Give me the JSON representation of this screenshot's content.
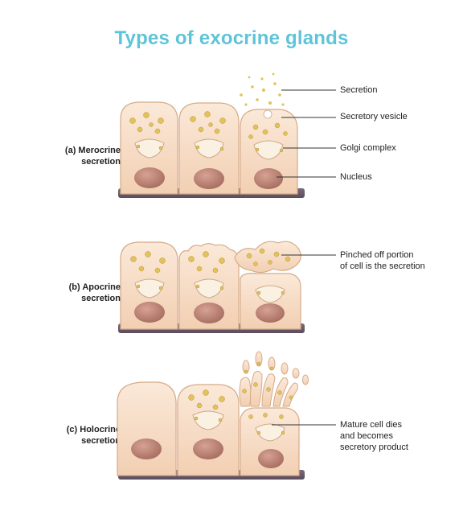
{
  "title": "Types of exocrine glands",
  "colors": {
    "title": "#5ec4d8",
    "cell_fill": "#f7dcc4",
    "cell_stroke": "#d6ab88",
    "nucleus": "#b98070",
    "basement": "#6f5f6f",
    "vesicle": "#d8b94a",
    "golgi": "#fbf1e2"
  },
  "panels": [
    {
      "id": "merocrine",
      "label_line1": "(a) Merocrine",
      "label_line2": "secretion",
      "callouts": [
        "Secretion",
        "Secretory vesicle",
        "Golgi complex",
        "Nucleus"
      ]
    },
    {
      "id": "apocrine",
      "label_line1": "(b) Apocrine",
      "label_line2": "secretion",
      "callout_line1": "Pinched off portion",
      "callout_line2": "of cell is the secretion"
    },
    {
      "id": "holocrine",
      "label_line1": "(c) Holocrine",
      "label_line2": "secretion",
      "callout_line1": "Mature cell dies",
      "callout_line2": "and becomes",
      "callout_line3": "secretory product"
    }
  ]
}
